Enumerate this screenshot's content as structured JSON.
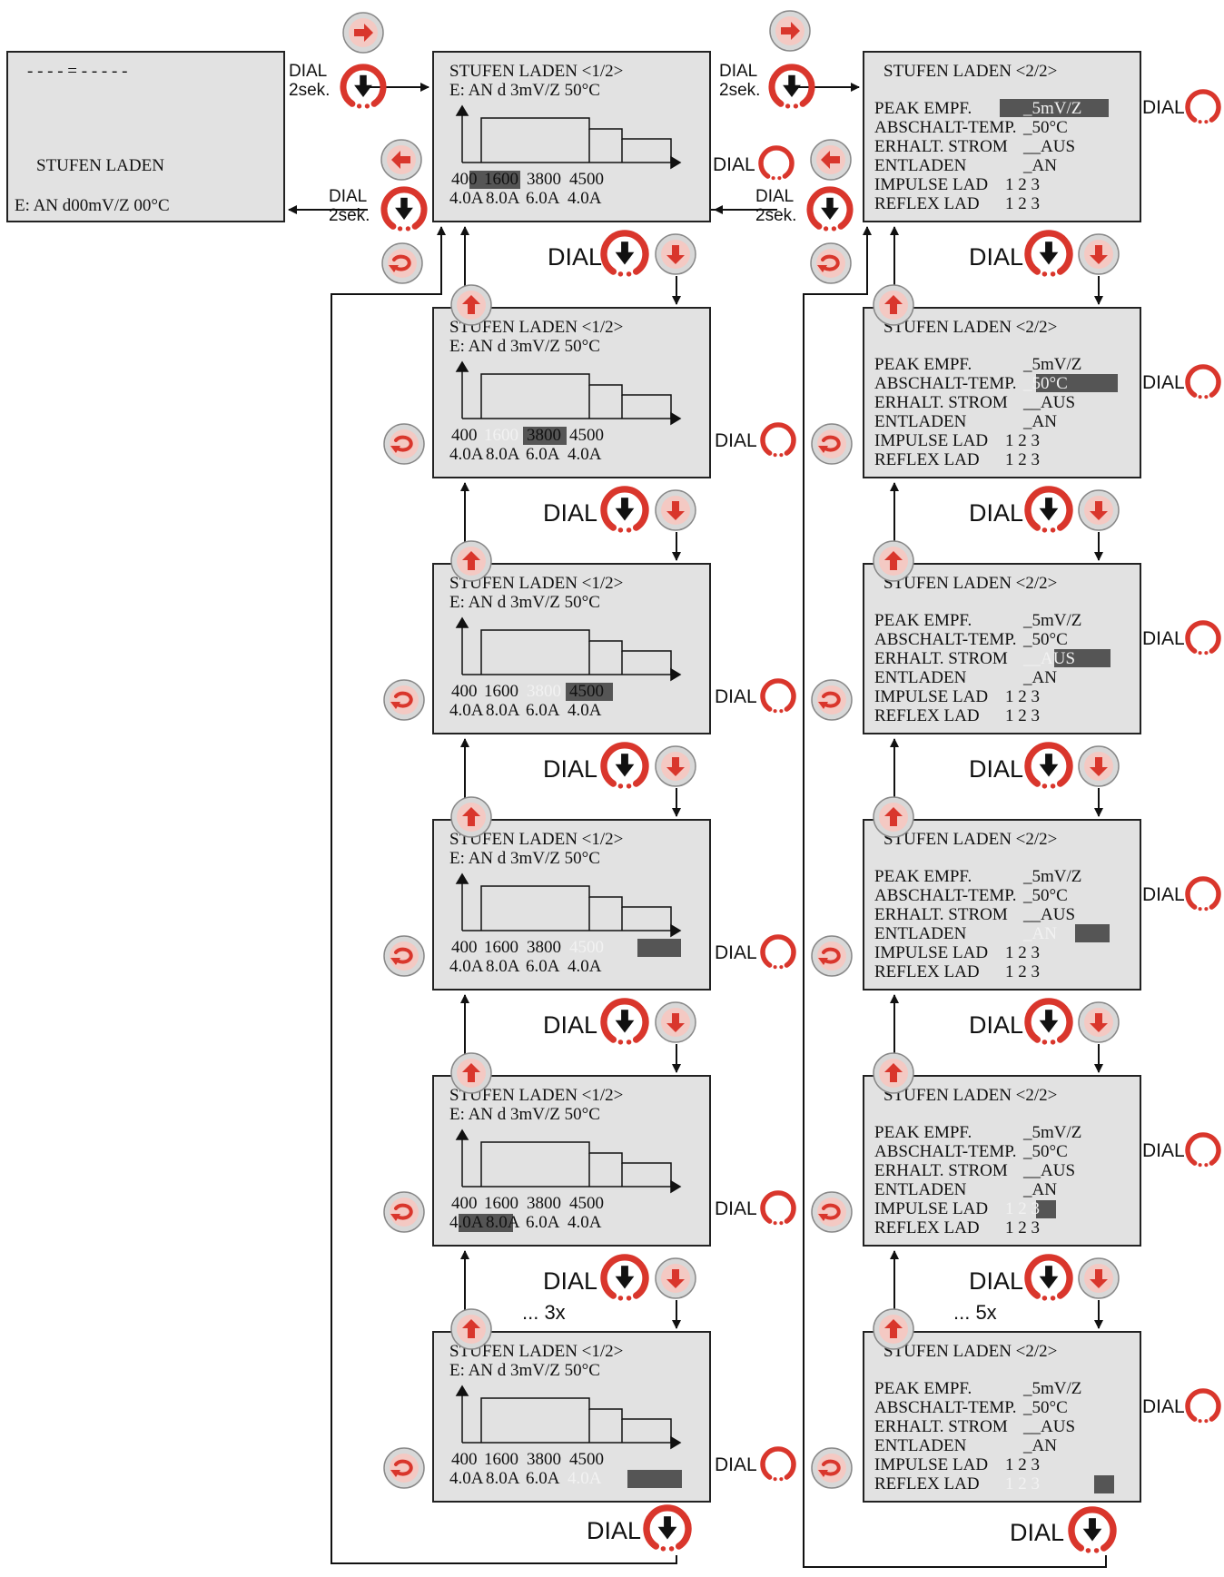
{
  "labels": {
    "dial": "DIAL",
    "dial_hold_line1": "DIAL",
    "dial_hold_line2": "2sek.",
    "repeat_left": "... 3x",
    "repeat_right": "... 5x"
  },
  "start_screen": {
    "line1": "- - - - = - - - - -",
    "line2": "STUFEN LADEN",
    "line3": "E: AN d00mV/Z  00°C"
  },
  "left_column": {
    "title": "STUFEN LADEN   <1/2>",
    "subtitle": "E: AN d 3mV/Z 50°C",
    "capacities": [
      "400",
      "1600",
      "3800",
      "4500"
    ],
    "currents": [
      "4.0A",
      "8.0A",
      "6.0A",
      "4.0A"
    ]
  },
  "right_column": {
    "title": "STUFEN LADEN  <2/2>",
    "rows": [
      {
        "label": "PEAK EMPF.",
        "value": "_5mV/Z"
      },
      {
        "label": "ABSCHALT-TEMP.",
        "value": "_50°C"
      },
      {
        "label": "ERHALT. STROM",
        "value": "__AUS"
      },
      {
        "label": "ENTLADEN",
        "value": "_AN"
      },
      {
        "label": "IMPULSE LAD",
        "value": "1 2 3"
      },
      {
        "label": "REFLEX LAD",
        "value": "1 2 3"
      }
    ]
  },
  "colors": {
    "lcd_background": "#e2e2e2",
    "highlight": "#555555",
    "accent_red": "#d9362c",
    "button_fill": "#f4c9c3"
  }
}
